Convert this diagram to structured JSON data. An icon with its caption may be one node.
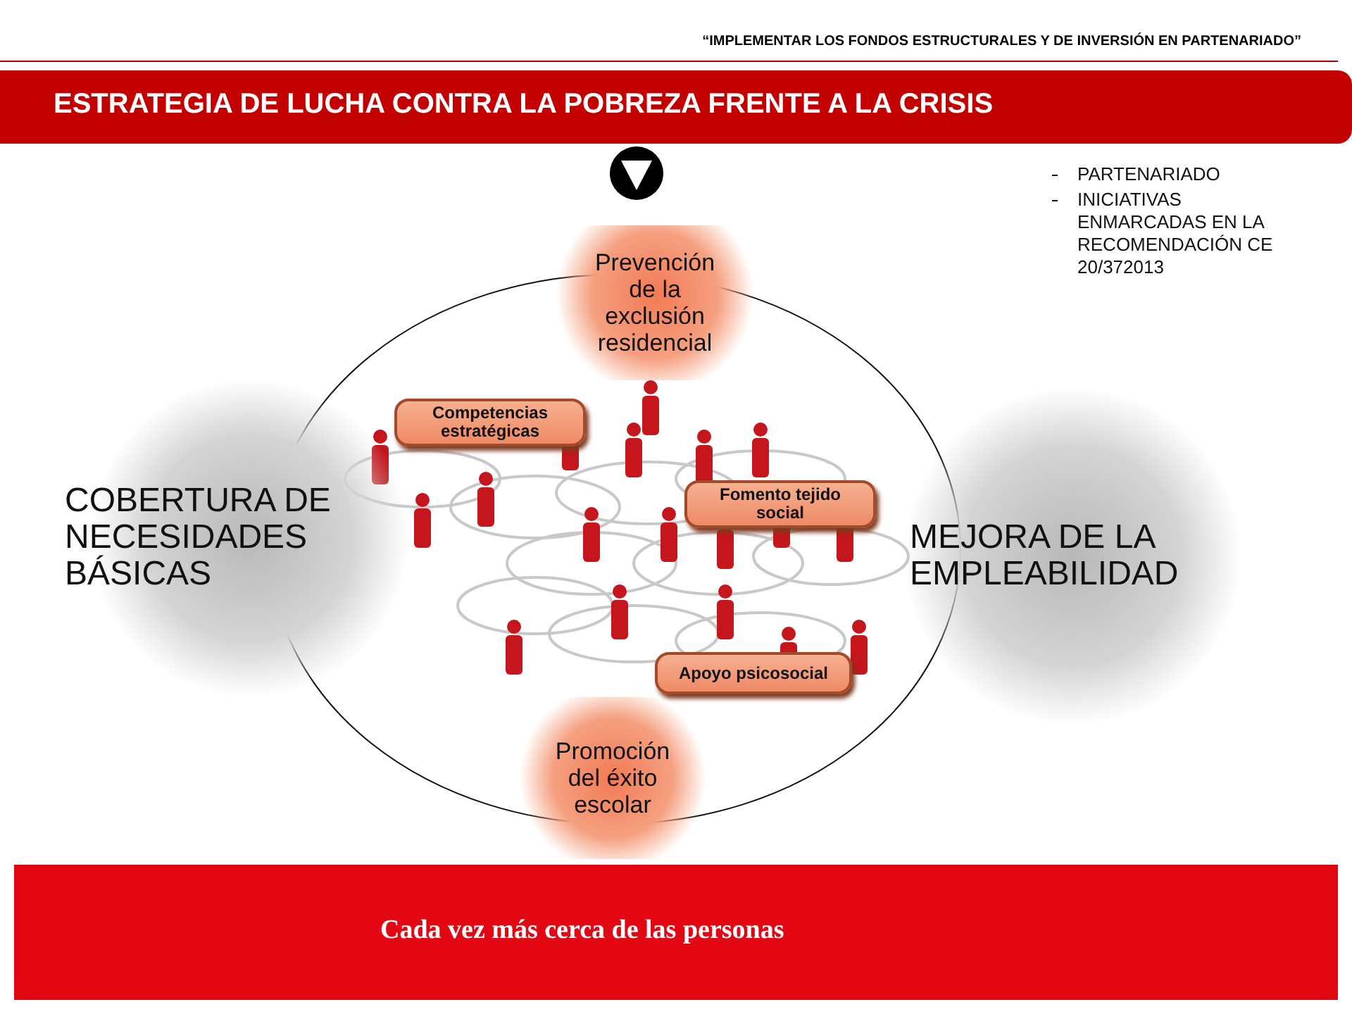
{
  "diagram": {
    "title": "ESTRATEGIA DE LUCHA CONTRA LA POBREZA FRENTE A LA CRISIS",
    "nodes": [
      {
        "text": [
          "Prevención de la exclusión residencial"
        ]
      },
      {
        "text": [
          "Competencias estratégicas"
        ]
      },
      {
        "text": [
          "Fomento tejido social"
        ]
      },
      {
        "text": [
          "COBERTURA DE NECESIDADES BÁSICAS"
        ]
      },
      {
        "text": [
          "MEJORA DE LA EMPLEABILIDAD"
        ]
      },
      {
        "text": [
          "Apoyo psicosocial"
        ]
      },
      {
        "text": [
          "Promoción del éxito escolar"
        ]
      }
    ],
    "edges": [],
    "labels": [
      "“IMPLEMENTAR LOS FONDOS ESTRUCTURALES Y DE INVERSIÓN EN PARTENARIADO”",
      "PARTENARIADO",
      "INICIATIVAS ENMARCADAS EN LA RECOMENDACIÓN CE 20/372013",
      "Cada vez más cerca de las personas"
    ]
  }
}
